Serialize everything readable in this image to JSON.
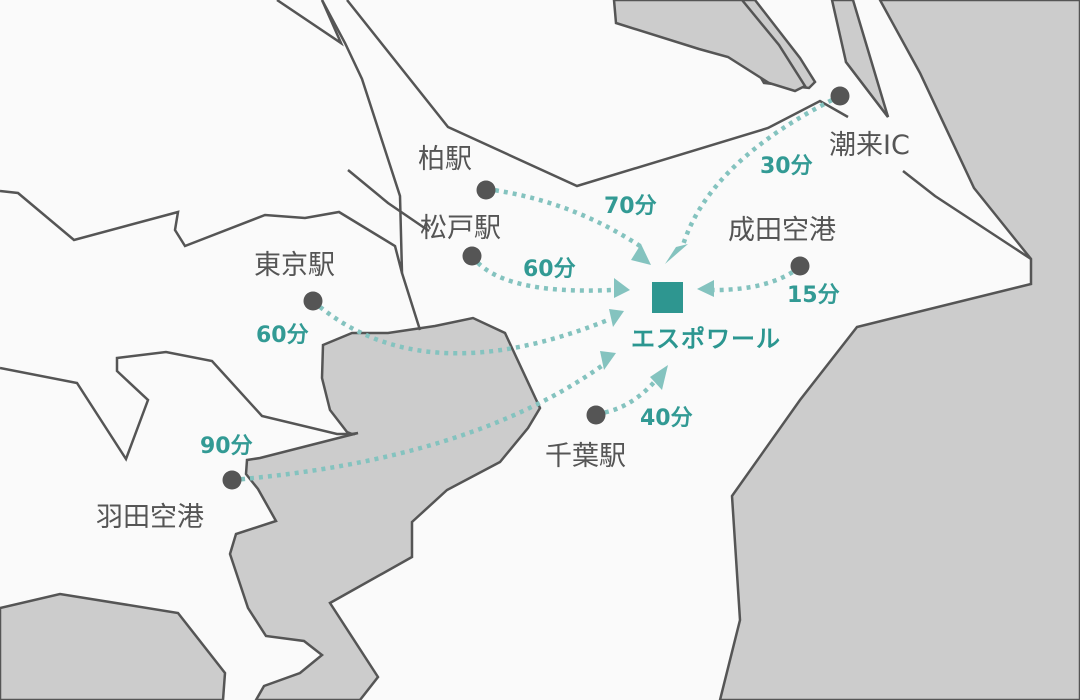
{
  "map": {
    "colors": {
      "land": "#fafafa",
      "water": "#cccccc",
      "border": "#555555",
      "route": "#84c3bf",
      "accent": "#2e9690",
      "text": "#555555"
    },
    "destination": {
      "name": "エスポワール",
      "icon": "square-marker-icon"
    },
    "origins": [
      {
        "name": "柏駅",
        "time": "70分"
      },
      {
        "name": "松戸駅",
        "time": "60分"
      },
      {
        "name": "東京駅",
        "time": "60分"
      },
      {
        "name": "羽田空港",
        "time": "90分"
      },
      {
        "name": "千葉駅",
        "time": "40分"
      },
      {
        "name": "成田空港",
        "time": "15分"
      },
      {
        "name": "潮来IC",
        "time": "30分"
      }
    ]
  }
}
